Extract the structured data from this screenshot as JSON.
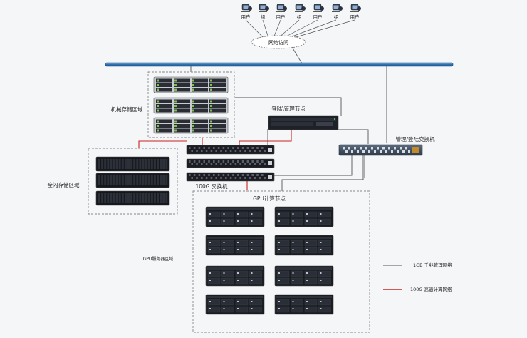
{
  "users": {
    "labels": [
      "用户",
      "组",
      "用户",
      "组",
      "用户",
      "组",
      "用户"
    ]
  },
  "network_cloud": {
    "label": "网络访问"
  },
  "zones": {
    "mech_storage": "机械存储区域",
    "flash_storage": "全闪存储区域",
    "login_mgmt_node": "登陆\\管理节点",
    "mgmt_login_switch": "管理/登陆交换机",
    "switch_100g": "100G 交换机",
    "gpu_nodes": "GPU计算节点",
    "gpu_area": "GPU服务器区域"
  },
  "legend": {
    "items": [
      {
        "label": "1GB 千兆管理网络",
        "color": "#555555"
      },
      {
        "label": "100G 高速计算网络",
        "color": "#cc2222"
      }
    ]
  },
  "colors": {
    "gigabit_line": "#555555",
    "highspeed_line": "#cc2222",
    "backbone": "#2a6fb0"
  }
}
